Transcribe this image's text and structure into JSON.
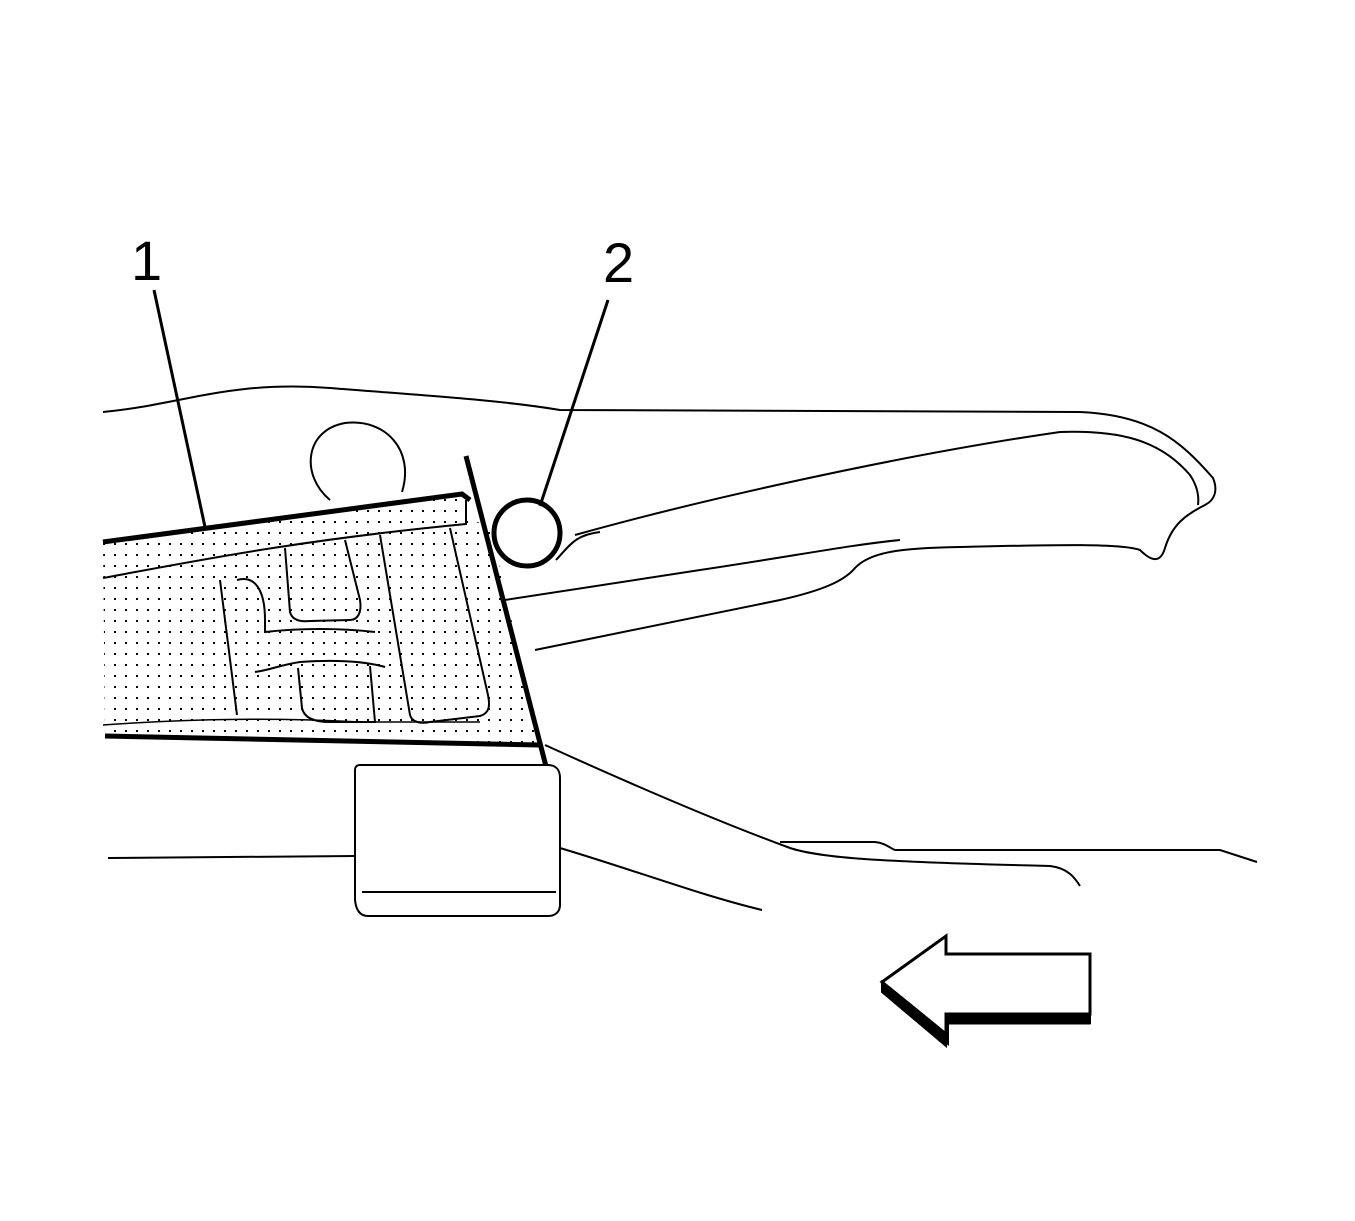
{
  "diagram": {
    "callouts": [
      {
        "id": "1",
        "label": "1",
        "target": "sound-insulator-panel"
      },
      {
        "id": "2",
        "label": "2",
        "target": "retainer-clip"
      }
    ],
    "direction_arrow": {
      "direction": "left"
    },
    "colors": {
      "line": "#000000",
      "background": "#ffffff",
      "stipple": "#000000"
    }
  }
}
